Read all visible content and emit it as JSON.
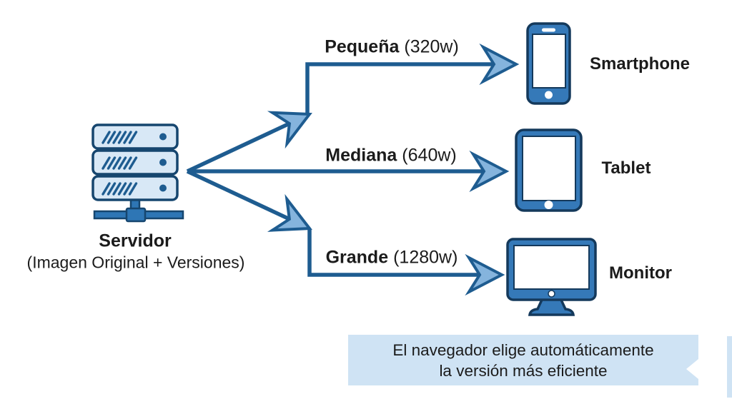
{
  "server": {
    "label": "Servidor",
    "sublabel": "(Imagen Original + Versiones)"
  },
  "branches": [
    {
      "name": "Pequeña",
      "size": "(320w)",
      "device": "Smartphone"
    },
    {
      "name": "Mediana",
      "size": "(640w)",
      "device": "Tablet"
    },
    {
      "name": "Grande",
      "size": "(1280w)",
      "device": "Monitor"
    }
  ],
  "note": {
    "line1": "El navegador elige automáticamente",
    "line2": "la versión más eficiente"
  },
  "colors": {
    "line": "#1e5c90",
    "arrow_fill": "#85b4dd",
    "device_fill": "#3579b8",
    "device_stroke": "#14395b",
    "server_fill": "#d8e8f6",
    "server_stroke": "#16466f",
    "network_fill": "#2e76b5",
    "note_bg": "#cfe3f4",
    "text": "#1b1b1b"
  }
}
